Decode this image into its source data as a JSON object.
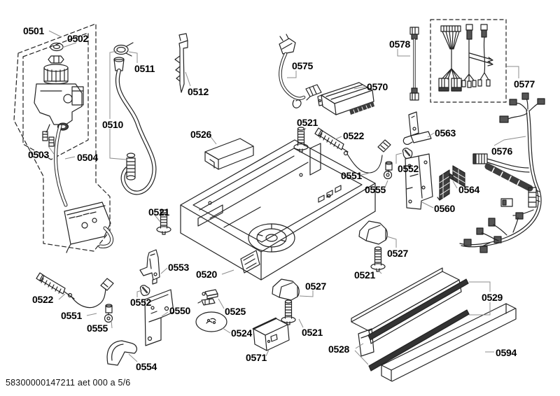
{
  "footer": {
    "text": "58300000147211 aet 000 a 5/6"
  },
  "colors": {
    "background": "#ffffff",
    "line_art": "#222222",
    "leader_lines": "#8c8c8c",
    "dark_fill": "#3d3d3d",
    "label_text": "#000000"
  },
  "part_labels": [
    {
      "part": "0501",
      "text": "0501"
    },
    {
      "part": "0502",
      "text": "0502"
    },
    {
      "part": "0503",
      "text": "0503"
    },
    {
      "part": "0504",
      "text": "0504"
    },
    {
      "part": "0511",
      "text": "0511"
    },
    {
      "part": "0512",
      "text": "0512"
    },
    {
      "part": "0510",
      "text": "0510"
    },
    {
      "part": "0526",
      "text": "0526"
    },
    {
      "part": "0575",
      "text": "0575"
    },
    {
      "part": "0570",
      "text": "0570"
    },
    {
      "part": "0578",
      "text": "0578"
    },
    {
      "part": "0577",
      "text": "0577"
    },
    {
      "part": "0521",
      "text": "0521"
    },
    {
      "part": "0522",
      "text": "0522"
    },
    {
      "part": "0551",
      "text": "0551"
    },
    {
      "part": "0555",
      "text": "0555"
    },
    {
      "part": "0552",
      "text": "0552"
    },
    {
      "part": "0563",
      "text": "0563"
    },
    {
      "part": "0564",
      "text": "0564"
    },
    {
      "part": "0560",
      "text": "0560"
    },
    {
      "part": "0576",
      "text": "0576"
    },
    {
      "part": "0521",
      "text": "0521"
    },
    {
      "part": "0553",
      "text": "0553"
    },
    {
      "part": "0520",
      "text": "0520"
    },
    {
      "part": "0522",
      "text": "0522"
    },
    {
      "part": "0551",
      "text": "0551"
    },
    {
      "part": "0555",
      "text": "0555"
    },
    {
      "part": "0552",
      "text": "0552"
    },
    {
      "part": "0550",
      "text": "0550"
    },
    {
      "part": "0554",
      "text": "0554"
    },
    {
      "part": "0525",
      "text": "0525"
    },
    {
      "part": "0524",
      "text": "0524"
    },
    {
      "part": "0571",
      "text": "0571"
    },
    {
      "part": "0527",
      "text": "0527"
    },
    {
      "part": "0521",
      "text": "0521"
    },
    {
      "part": "0527",
      "text": "0527"
    },
    {
      "part": "0521",
      "text": "0521"
    },
    {
      "part": "0528",
      "text": "0528"
    },
    {
      "part": "0529",
      "text": "0529"
    },
    {
      "part": "0594",
      "text": "0594"
    }
  ]
}
